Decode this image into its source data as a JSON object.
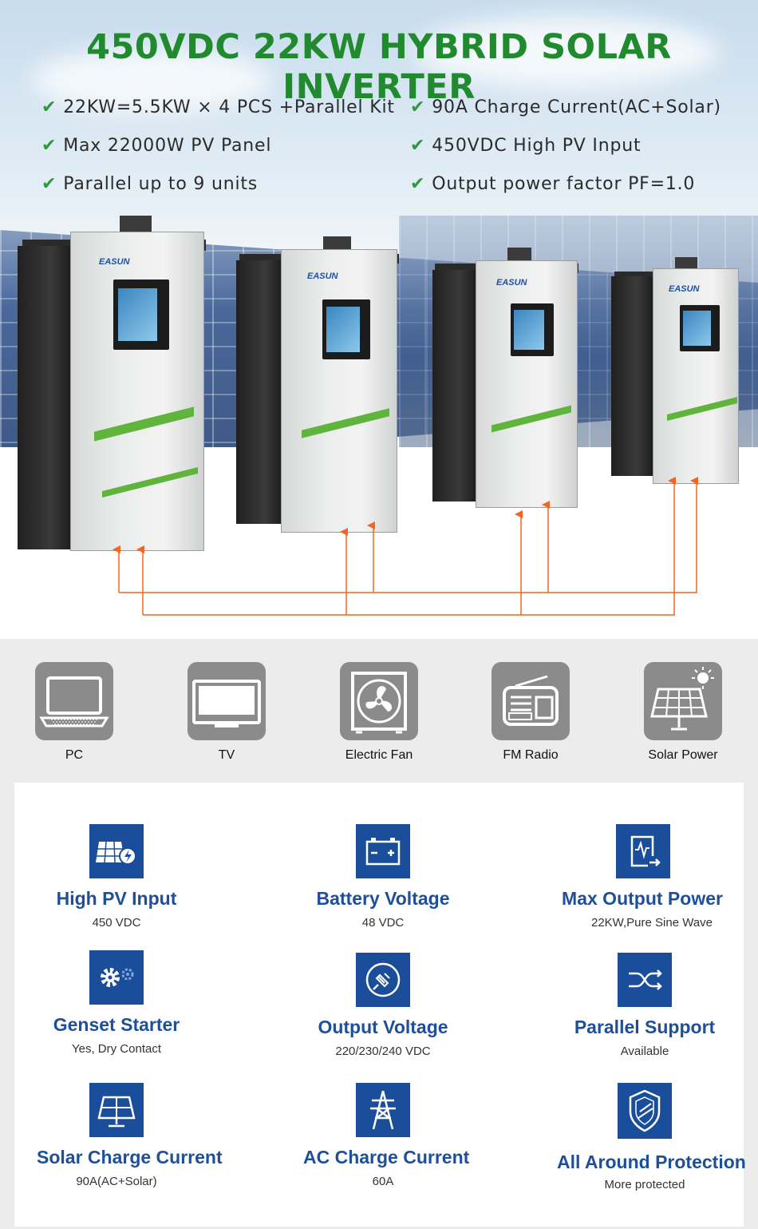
{
  "hero": {
    "title": "450VDC 22KW HYBRID SOLAR INVERTER",
    "features": [
      "22KW=5.5KW × 4 PCS +Parallel Kit",
      "90A Charge Current(AC+Solar)",
      "Max 22000W PV Panel",
      "450VDC High PV Input",
      "Parallel up to 9 units",
      "Output power factor PF=1.0"
    ],
    "check_glyph": "✔",
    "brand": "EASUN",
    "colors": {
      "title": "#218a2e",
      "wire": "#f26522",
      "accent_green": "#5fb53b"
    }
  },
  "appliances": [
    {
      "label": "PC",
      "icon": "pc-icon"
    },
    {
      "label": "TV",
      "icon": "tv-icon"
    },
    {
      "label": "Electric Fan",
      "icon": "electric-fan-icon"
    },
    {
      "label": "FM Radio",
      "icon": "fm-radio-icon"
    },
    {
      "label": "Solar Power",
      "icon": "solar-panel-icon"
    }
  ],
  "specs": [
    {
      "title": "High PV Input",
      "value": "450 VDC",
      "icon": "pv-panel-bolt-icon"
    },
    {
      "title": "Battery Voltage",
      "value": "48 VDC",
      "icon": "battery-icon"
    },
    {
      "title": "Max Output Power",
      "value": "22KW,Pure Sine Wave",
      "icon": "output-wave-icon"
    },
    {
      "title": "Genset Starter",
      "value": "Yes, Dry Contact",
      "icon": "gears-icon"
    },
    {
      "title": "Output Voltage",
      "value": "220/230/240  VDC",
      "icon": "plug-icon"
    },
    {
      "title": "Parallel Support",
      "value": "Available",
      "icon": "shuffle-icon"
    },
    {
      "title": "Solar Charge Current",
      "value": "90A(AC+Solar)",
      "icon": "solar-panel-icon"
    },
    {
      "title": "AC Charge Current",
      "value": "60A",
      "icon": "power-tower-icon"
    },
    {
      "title": "All Around Protection",
      "value": "More protected",
      "icon": "shield-icon"
    }
  ]
}
